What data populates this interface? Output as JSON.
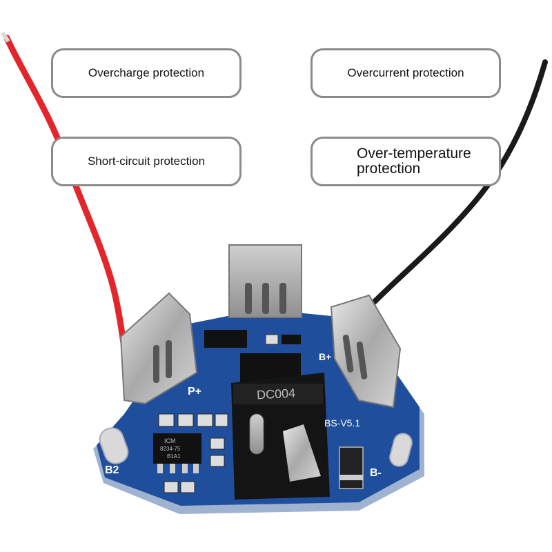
{
  "labels": {
    "overcharge": "Overcharge protection",
    "overcurrent": "Overcurrent protection",
    "short_circuit": "Short-circuit protection",
    "over_temperature": "Over-temperature protection"
  },
  "board": {
    "pad_p_plus": "P+",
    "pad_b_plus": "B+",
    "pad_b_minus": "B-",
    "pad_b2": "B2",
    "connector_text": "DC004",
    "version_text": "BS-V5.1",
    "ic_text_1": "ICM",
    "ic_text_2": "8234-75",
    "ic_text_3": "B1A1"
  },
  "colors": {
    "pcb_blue": "#1f4f9c",
    "red_wire": "#e3262b",
    "black_wire": "#1a1a1a",
    "label_border": "#8a8a8a"
  }
}
